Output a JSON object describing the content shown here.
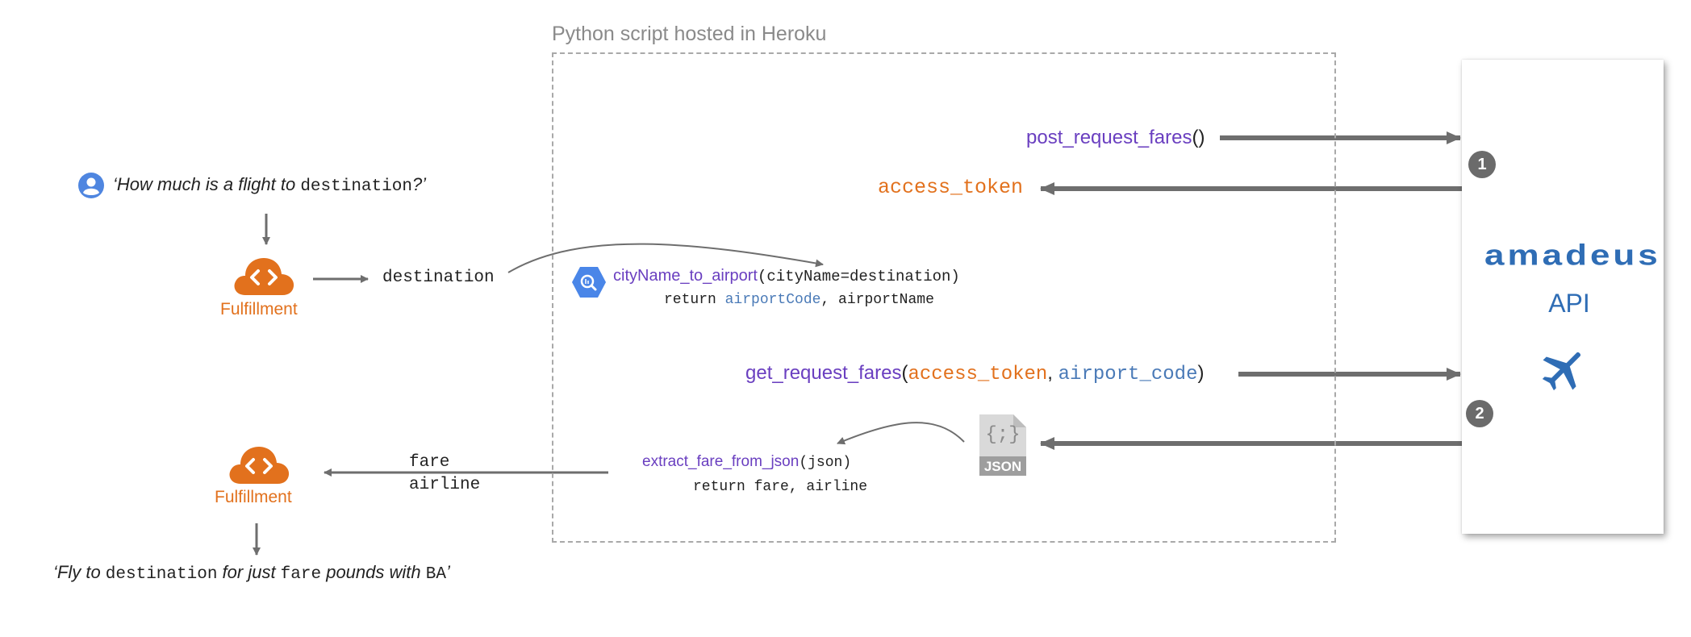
{
  "box": {
    "title": "Python script hosted in Heroku"
  },
  "user_question": {
    "prefix": "‘How much is a flight to ",
    "var": "destination",
    "suffix": "?’"
  },
  "fulfillment_top": {
    "label": "Fulfillment"
  },
  "destination_var": "destination",
  "city_lookup": {
    "fn": "cityName_to_airport",
    "args": "(cityName=destination)",
    "return_kw": "return ",
    "return_var1": "airportCode",
    "return_rest": ", airportName"
  },
  "post_request": {
    "fn": "post_request_fares",
    "parens": "()"
  },
  "access_token": "access_token",
  "get_request": {
    "fn": "get_request_fares",
    "open": "(",
    "arg1": "access_token",
    "sep": ", ",
    "arg2": "airport_code",
    "close": ")"
  },
  "json_icon": {
    "braces": "{;}",
    "label": "JSON"
  },
  "extract": {
    "fn": "extract_fare_from_json",
    "args": "(json)",
    "return_line": "return fare, airline"
  },
  "outputs": {
    "line1": "fare",
    "line2": "airline"
  },
  "fulfillment_bottom": {
    "label": "Fulfillment"
  },
  "answer": {
    "p1": "‘Fly to ",
    "v1": "destination",
    "p2": " for just ",
    "v2": "fare",
    "p3": " pounds with ",
    "v3": "BA",
    "p4": "’"
  },
  "api": {
    "brand": "amadeus",
    "label": "API",
    "badge1": "1",
    "badge2": "2",
    "icon": "airplane-icon"
  },
  "colors": {
    "purple": "#6a3fc0",
    "orange": "#e2711d",
    "blue": "#4a7ab7",
    "amadeus_blue": "#2f6db5",
    "arrow_grey": "#6e6e6e"
  }
}
